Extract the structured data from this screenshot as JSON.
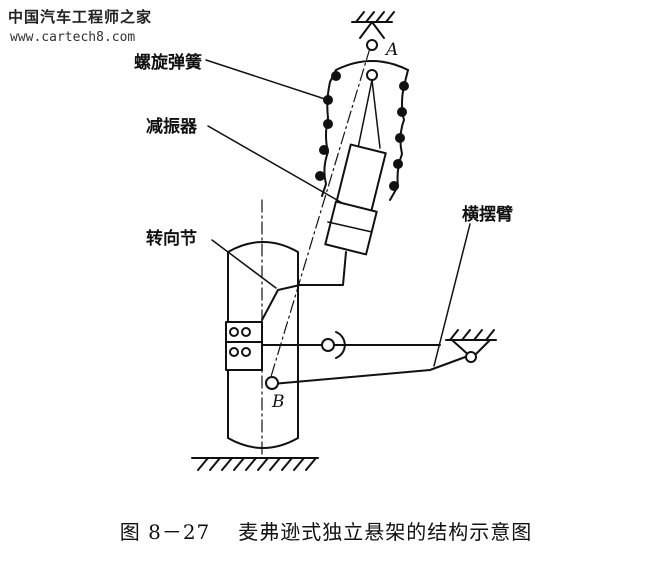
{
  "watermark": {
    "title": "中国汽车工程师之家",
    "url": "www.cartech8.com"
  },
  "labels": {
    "coil_spring": "螺旋弹簧",
    "shock_absorber": "减振器",
    "steering_knuckle": "转向节",
    "lateral_arm": "横摆臂",
    "point_a": "A",
    "point_b": "B"
  },
  "caption": {
    "number": "图 8－27",
    "title": "麦弗逊式独立悬架的结构示意图"
  }
}
